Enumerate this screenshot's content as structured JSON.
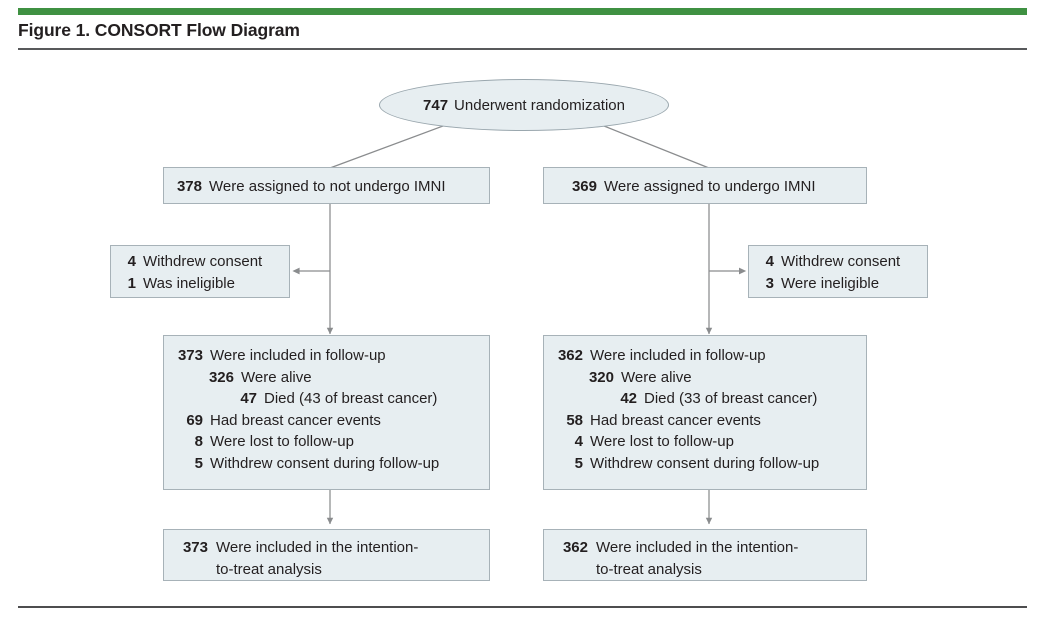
{
  "figure": {
    "title": "Figure 1. CONSORT Flow Diagram",
    "accent_color": "#3f9142",
    "box_fill": "#e7eef1",
    "box_border": "#a7b2b8",
    "connector_color": "#808285",
    "text_color": "#231f20"
  },
  "randomization": {
    "count": "747",
    "label": "Underwent randomization"
  },
  "arms": {
    "control": {
      "assignment": {
        "count": "378",
        "label": "Were assigned to not undergo IMNI"
      },
      "exclusions": [
        {
          "count": "4",
          "label": "Withdrew consent"
        },
        {
          "count": "1",
          "label": "Was ineligible"
        }
      ],
      "followup": [
        {
          "count": "373",
          "label": "Were included in follow-up",
          "indent": 0
        },
        {
          "count": "326",
          "label": "Were alive",
          "indent": 1
        },
        {
          "count": "47",
          "label": "Died (43 of breast cancer)",
          "indent": 2
        },
        {
          "count": "69",
          "label": "Had breast cancer events",
          "indent": 0
        },
        {
          "count": "8",
          "label": "Were lost to follow-up",
          "indent": 0
        },
        {
          "count": "5",
          "label": "Withdrew consent during follow-up",
          "indent": 0
        }
      ],
      "analysis": {
        "count": "373",
        "label": "Were included in the intention-to-treat analysis"
      }
    },
    "intervention": {
      "assignment": {
        "count": "369",
        "label": "Were assigned to undergo IMNI"
      },
      "exclusions": [
        {
          "count": "4",
          "label": "Withdrew consent"
        },
        {
          "count": "3",
          "label": "Were ineligible"
        }
      ],
      "followup": [
        {
          "count": "362",
          "label": "Were included in follow-up",
          "indent": 0
        },
        {
          "count": "320",
          "label": "Were alive",
          "indent": 1
        },
        {
          "count": "42",
          "label": "Died (33 of breast cancer)",
          "indent": 2
        },
        {
          "count": "58",
          "label": "Had breast cancer events",
          "indent": 0
        },
        {
          "count": "4",
          "label": "Were lost to follow-up",
          "indent": 0
        },
        {
          "count": "5",
          "label": "Withdrew consent during follow-up",
          "indent": 0
        }
      ],
      "analysis": {
        "count": "362",
        "label": "Were included in the intention-to-treat analysis"
      }
    }
  }
}
